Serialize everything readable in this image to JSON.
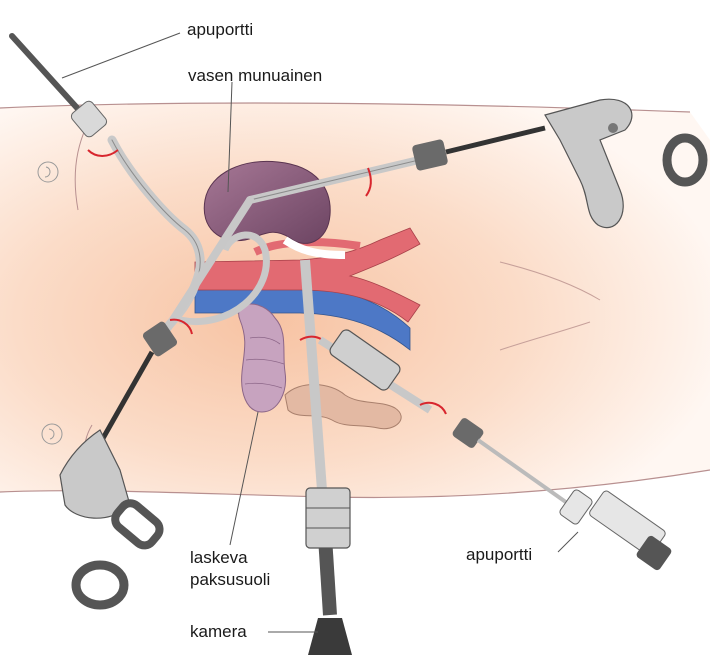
{
  "labels": {
    "accessory_port_top": "apuportti",
    "left_kidney": "vasen munuainen",
    "descending_colon_line1": "laskeva",
    "descending_colon_line2": "paksusuoli",
    "accessory_port_bottom": "apuportti",
    "camera": "kamera"
  },
  "colors": {
    "skin": "#fbd9c3",
    "kidney": "#8a5a78",
    "artery": "#e26a72",
    "vein": "#4d78c6",
    "colon": "#c7a3bf",
    "small_bowel": "#e3b9a3",
    "instrument_gray": "#bcbcbc",
    "incision_red": "#d8262e"
  },
  "icons": [
    "circled-number-marker"
  ]
}
